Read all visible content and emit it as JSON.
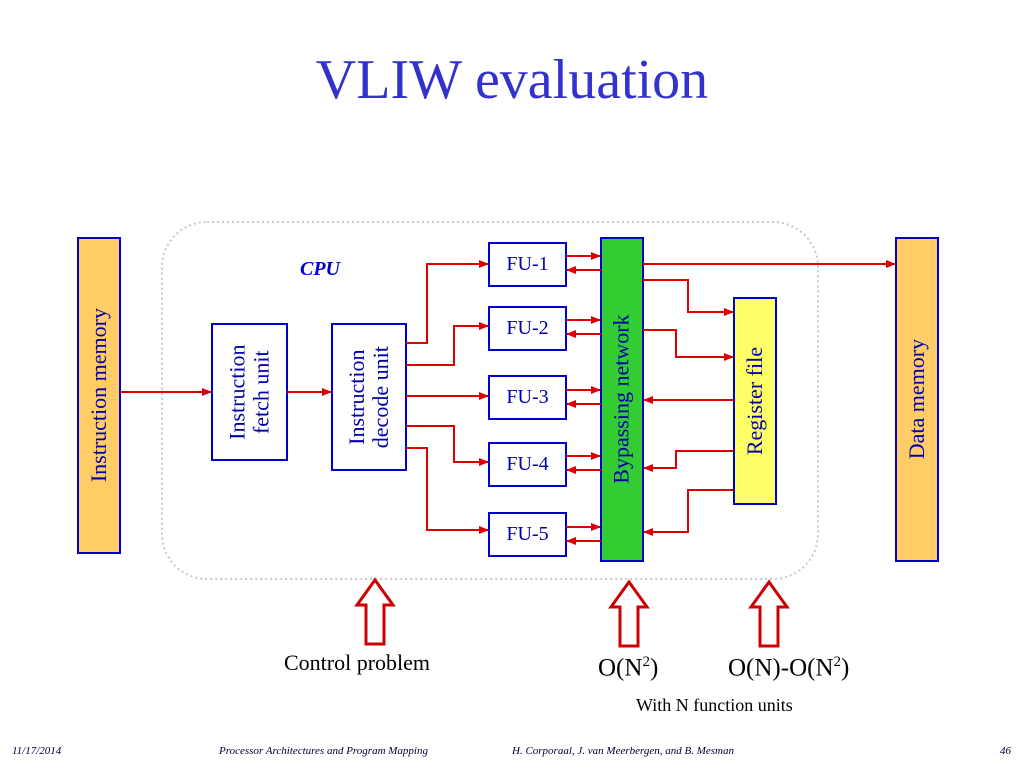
{
  "slide": {
    "title": "VLIW evaluation",
    "cpu_label": "CPU",
    "blocks": {
      "instruction_memory": "Instruction memory",
      "fetch_unit": [
        "Instruction",
        "fetch unit"
      ],
      "decode_unit": [
        "Instruction",
        "decode unit"
      ],
      "bypassing_network": "Bypassing network",
      "register_file": "Register file",
      "data_memory": "Data memory"
    },
    "function_units": [
      "FU-1",
      "FU-2",
      "FU-3",
      "FU-4",
      "FU-5"
    ],
    "annotations": {
      "control_problem": "Control problem",
      "bypass_complexity_base": "O(N",
      "bypass_complexity_exp": "2",
      "bypass_complexity_close": ")",
      "regfile_complexity_base": "O(N)-O(N",
      "regfile_complexity_exp": "2",
      "regfile_complexity_close": ")",
      "function_units_note": "With N function units"
    },
    "colors": {
      "title": "#3333cc",
      "arrows": "#dd0000",
      "memory_fill": "#ffcc66",
      "bypass_fill": "#33cc33",
      "regfile_fill": "#ffff66",
      "box_border": "#0000cc"
    }
  },
  "footer": {
    "date": "11/17/2014",
    "course": "Processor Architectures and Program Mapping",
    "authors": "H. Corporaal,  J. van Meerbergen, and B. Mesman",
    "page": "46"
  }
}
